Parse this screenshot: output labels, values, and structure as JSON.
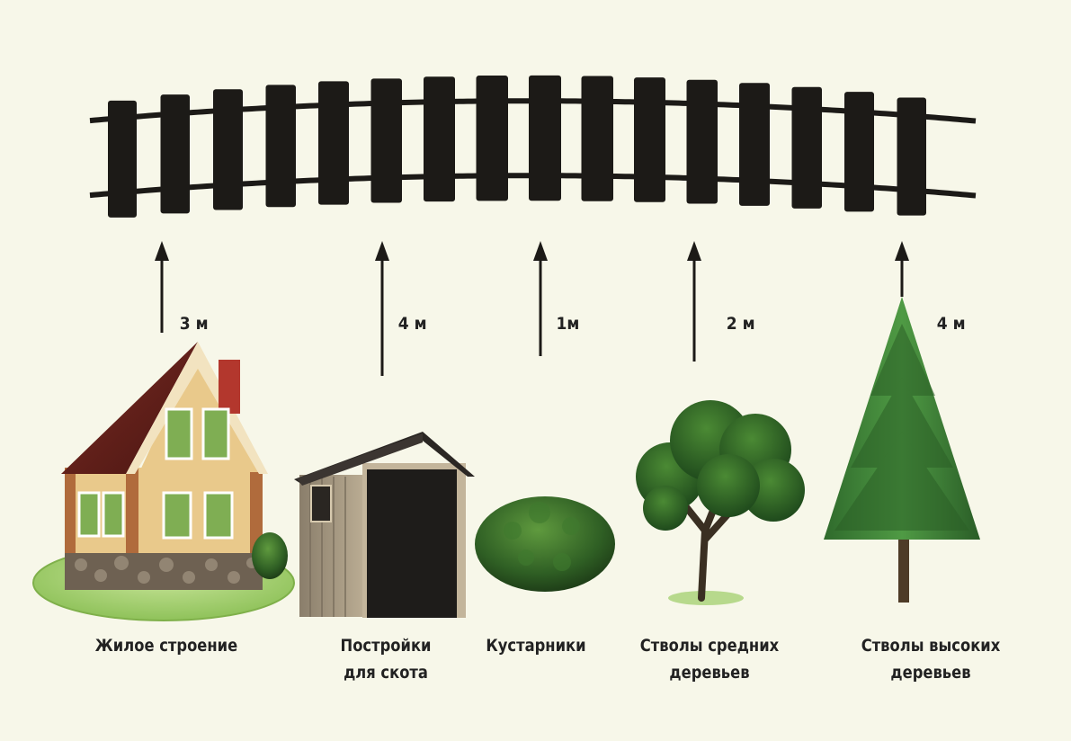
{
  "items": [
    {
      "name": "house",
      "label_lines": [
        "Жилое строение"
      ],
      "distance": "3 м"
    },
    {
      "name": "shed",
      "label_lines": [
        "Постройки",
        "для скота"
      ],
      "distance": "4 м"
    },
    {
      "name": "shrubs",
      "label_lines": [
        "Кустарники"
      ],
      "distance": "1м"
    },
    {
      "name": "medium-trees",
      "label_lines": [
        "Стволы средних",
        "деревьев"
      ],
      "distance": "2 м"
    },
    {
      "name": "tall-trees",
      "label_lines": [
        "Стволы высоких",
        "деревьев"
      ],
      "distance": "4 м"
    }
  ],
  "colors": {
    "background": "#f7f7e9",
    "fence": "#1c1a17",
    "arrow": "#1c1a17",
    "text": "#222222"
  }
}
